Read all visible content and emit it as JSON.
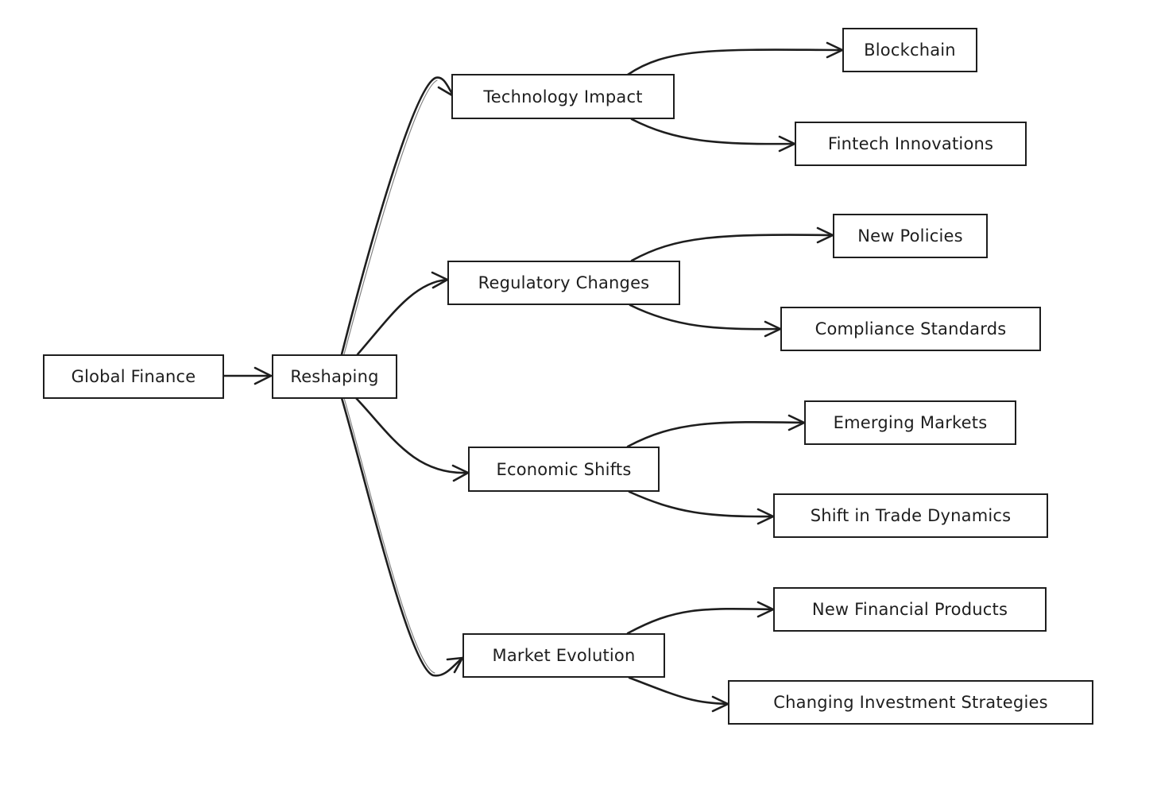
{
  "diagram": {
    "stroke_color": "#1e1e1e",
    "background": "#ffffff",
    "nodes": {
      "global_finance": "Global Finance",
      "reshaping": "Reshaping",
      "technology_impact": "Technology Impact",
      "regulatory_changes": "Regulatory Changes",
      "economic_shifts": "Economic Shifts",
      "market_evolution": "Market Evolution",
      "blockchain": "Blockchain",
      "fintech_innovations": "Fintech Innovations",
      "new_policies": "New Policies",
      "compliance_standards": "Compliance Standards",
      "emerging_markets": "Emerging Markets",
      "shift_in_trade_dynamics": "Shift in Trade Dynamics",
      "new_financial_products": "New Financial Products",
      "changing_investment_strategies": "Changing Investment Strategies"
    },
    "edges": [
      {
        "from": "global_finance",
        "to": "reshaping"
      },
      {
        "from": "reshaping",
        "to": "technology_impact"
      },
      {
        "from": "reshaping",
        "to": "regulatory_changes"
      },
      {
        "from": "reshaping",
        "to": "economic_shifts"
      },
      {
        "from": "reshaping",
        "to": "market_evolution"
      },
      {
        "from": "technology_impact",
        "to": "blockchain"
      },
      {
        "from": "technology_impact",
        "to": "fintech_innovations"
      },
      {
        "from": "regulatory_changes",
        "to": "new_policies"
      },
      {
        "from": "regulatory_changes",
        "to": "compliance_standards"
      },
      {
        "from": "economic_shifts",
        "to": "emerging_markets"
      },
      {
        "from": "economic_shifts",
        "to": "shift_in_trade_dynamics"
      },
      {
        "from": "market_evolution",
        "to": "new_financial_products"
      },
      {
        "from": "market_evolution",
        "to": "changing_investment_strategies"
      }
    ]
  }
}
